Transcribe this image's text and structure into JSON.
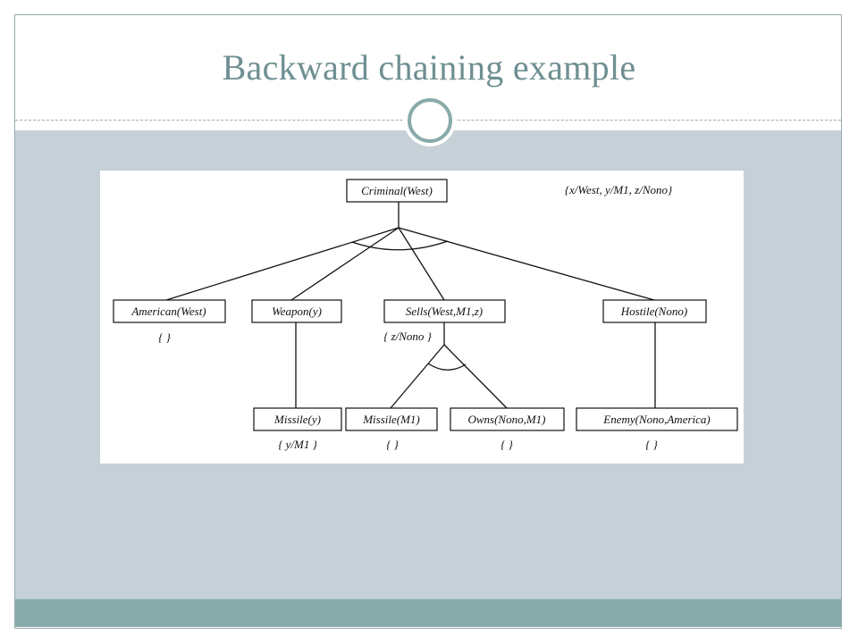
{
  "slide": {
    "title": "Backward chaining example"
  },
  "diagram": {
    "root_substitution": "{x/West, y/M1, z/Nono}",
    "nodes": {
      "criminal": "Criminal(West)",
      "american": "American(West)",
      "weapon": "Weapon(y)",
      "sells": "Sells(West,M1,z)",
      "hostile": "Hostile(Nono)",
      "missile_y": "Missile(y)",
      "missile_m1": "Missile(M1)",
      "owns": "Owns(Nono,M1)",
      "enemy": "Enemy(Nono,America)"
    },
    "substitutions": {
      "american": "{ }",
      "sells": "{ z/Nono }",
      "missile_y": "{ y/M1 }",
      "missile_m1": "{ }",
      "owns": "{ }",
      "enemy": "{ }"
    }
  },
  "colors": {
    "title": "#6f8f92",
    "content_band": "#c5d1d7",
    "footer_band": "#88aaab",
    "ornament": "#88aaab"
  }
}
